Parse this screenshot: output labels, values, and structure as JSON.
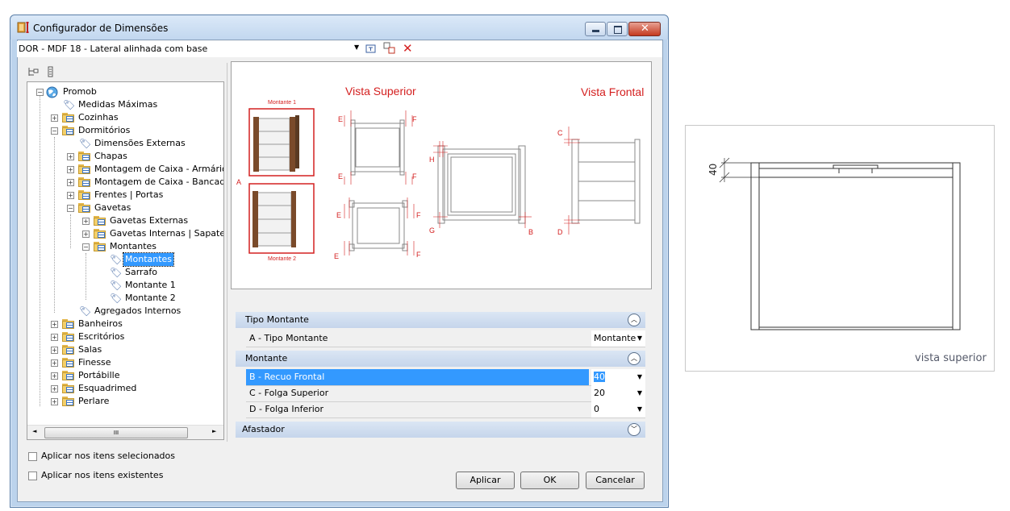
{
  "window": {
    "title": "Configurador de Dimensões",
    "config_select": "DOR - MDF 18 - Lateral alinhada com base"
  },
  "tree": {
    "items": [
      {
        "label": "Promob"
      },
      {
        "label": "Medidas Máximas"
      },
      {
        "label": "Cozinhas"
      },
      {
        "label": "Dormitórios"
      },
      {
        "label": "Dimensões Externas"
      },
      {
        "label": "Chapas"
      },
      {
        "label": "Montagem de Caixa - Armários"
      },
      {
        "label": "Montagem de Caixa - Bancadas |"
      },
      {
        "label": "Frentes | Portas"
      },
      {
        "label": "Gavetas"
      },
      {
        "label": "Gavetas Externas"
      },
      {
        "label": "Gavetas Internas | Sapateiras"
      },
      {
        "label": "Montantes"
      },
      {
        "label": "Montantes"
      },
      {
        "label": "Sarrafo"
      },
      {
        "label": "Montante 1"
      },
      {
        "label": "Montante 2"
      },
      {
        "label": "Agregados Internos"
      },
      {
        "label": "Banheiros"
      },
      {
        "label": "Escritórios"
      },
      {
        "label": "Salas"
      },
      {
        "label": "Finesse"
      },
      {
        "label": "Portábille"
      },
      {
        "label": "Esquadrimed"
      },
      {
        "label": "Perlare"
      }
    ],
    "scroll_thumb": "III"
  },
  "preview": {
    "vista_superior": "Vista Superior",
    "vista_frontal": "Vista Frontal",
    "montante1": "Montante 1",
    "montante2": "Montante 2",
    "letters": {
      "a": "A",
      "b": "B",
      "c": "C",
      "d": "D",
      "e": "E",
      "f": "F",
      "g": "G",
      "h": "H"
    }
  },
  "properties": {
    "cat1": "Tipo Montante",
    "row_a_name": "A - Tipo Montante",
    "row_a_val": "Montante",
    "cat2": "Montante",
    "row_b_name": "B - Recuo Frontal",
    "row_b_val": "40",
    "row_c_name": "C - Folga Superior",
    "row_c_val": "20",
    "row_d_name": "D - Folga Inferior",
    "row_d_val": "0",
    "cat3": "Afastador"
  },
  "options": {
    "apply_selected": "Aplicar nos itens selecionados",
    "apply_existing": "Aplicar nos itens existentes"
  },
  "buttons": {
    "apply": "Aplicar",
    "ok": "OK",
    "cancel": "Cancelar"
  },
  "side_view": {
    "dimension": "40",
    "caption": "vista superior"
  },
  "colors": {
    "accent_red": "#d42020",
    "selection": "#3399ff"
  }
}
